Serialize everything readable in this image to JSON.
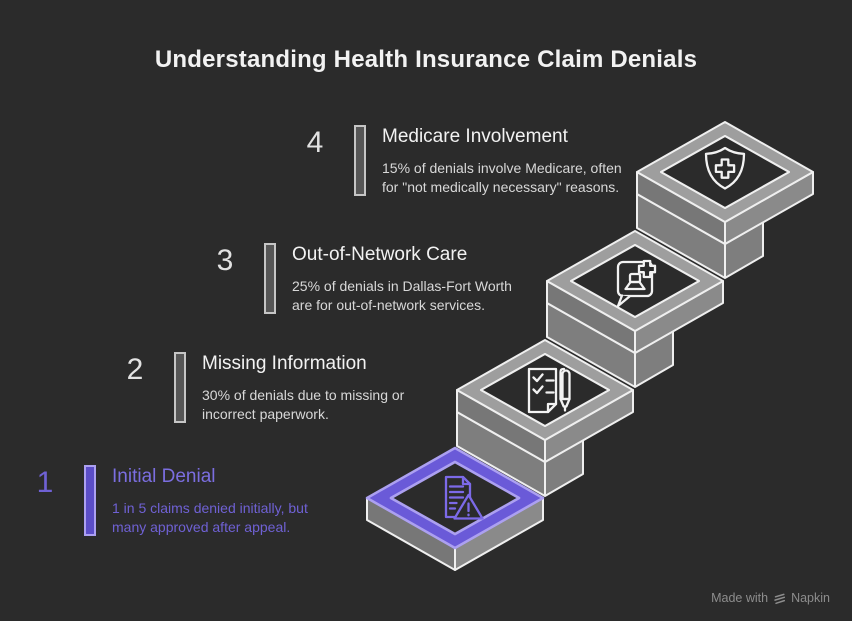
{
  "title": "Understanding Health Insurance Claim Denials",
  "steps": [
    {
      "number": "4",
      "title": "Medicare Involvement",
      "description": "15% of denials involve Medicare, often for \"not medically necessary\" reasons.",
      "icon": "shield-cross-icon",
      "highlighted": false
    },
    {
      "number": "3",
      "title": "Out-of-Network Care",
      "description": "25% of denials in Dallas-Fort Worth are for out-of-network services.",
      "icon": "chat-medical-icon",
      "highlighted": false
    },
    {
      "number": "2",
      "title": "Missing Information",
      "description": "30% of denials due to missing or incorrect paperwork.",
      "icon": "checklist-pen-icon",
      "highlighted": false
    },
    {
      "number": "1",
      "title": "Initial Denial",
      "description": "1 in 5 claims denied initially, but many approved after appeal.",
      "icon": "document-warning-icon",
      "highlighted": true
    }
  ],
  "footer": {
    "made_with_label": "Made with",
    "brand_name": "Napkin"
  },
  "colors": {
    "background": "#2b2b2b",
    "accent_purple": "#6a5ad8",
    "accent_purple_light": "#aca0f1",
    "accent_purple_deep": "#5b4dc7",
    "purple_title": "#7b6ee0",
    "purple_text": "#6f61d4",
    "icon_purple": "#7c6ae8",
    "step_gray": "#9e9e9e",
    "edge_light": "#efefef",
    "bar_gray_border": "#c6c6c6",
    "bar_gray_fill": "#565656",
    "text_primary": "#f2f2f2",
    "text_secondary": "#d8d8d8",
    "number_gray": "#e2e2e2",
    "footer_gray": "#8d8d8d"
  }
}
